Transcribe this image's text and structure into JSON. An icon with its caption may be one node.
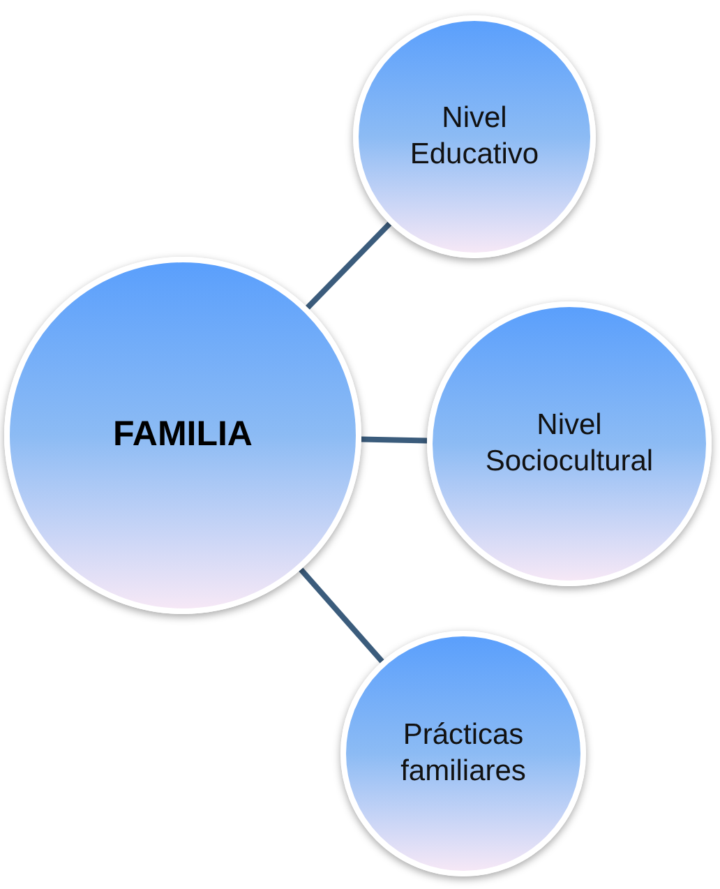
{
  "diagram": {
    "nodes": [
      {
        "text": [
          "FAMILIA"
        ]
      },
      {
        "text": [
          "Nivel Educativo"
        ]
      },
      {
        "text": [
          "Nivel Sociocultural"
        ]
      },
      {
        "text": [
          "Prácticas familiares"
        ]
      }
    ],
    "edges": [
      {
        "from": 0,
        "to": 1,
        "arrow": "none"
      },
      {
        "from": 0,
        "to": 2,
        "arrow": "none"
      },
      {
        "from": 0,
        "to": 3,
        "arrow": "none"
      }
    ]
  }
}
